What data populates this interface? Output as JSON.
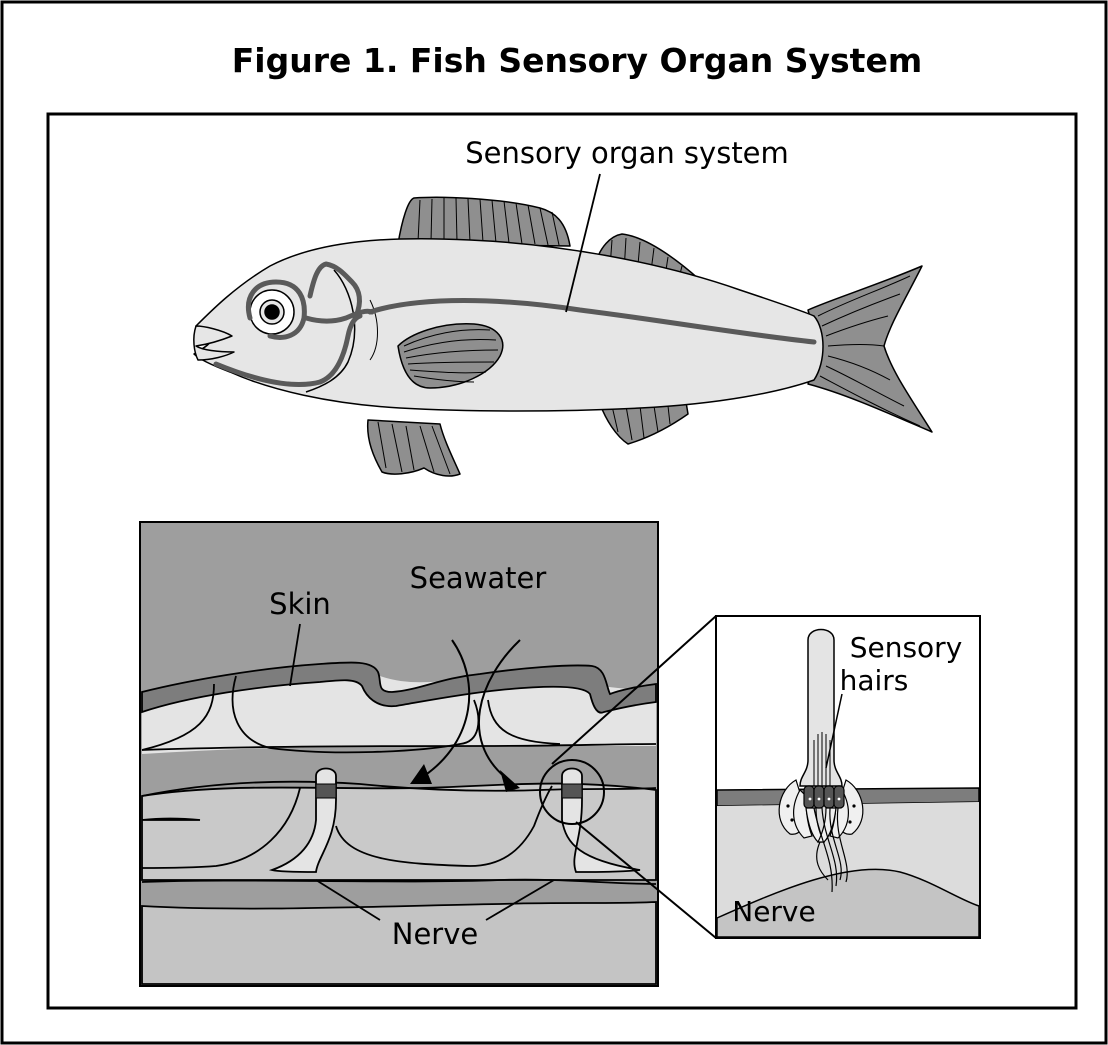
{
  "figure": {
    "title": "Figure 1. Fish Sensory Organ System"
  },
  "labels": {
    "sensory_organ_system": "Sensory organ system",
    "skin": "Skin",
    "seawater": "Seawater",
    "nerve_main": "Nerve",
    "sensory_hairs_line1": "Sensory",
    "sensory_hairs_line2": "hairs",
    "nerve_zoom": "Nerve"
  },
  "colors": {
    "fish_body": "#e6e6e6",
    "fin": "#8f8f8f",
    "lateral_line": "#5a5a5a",
    "cross_section_bg": "#9e9e9e",
    "skin": "#7d7d7d",
    "canal": "#e4e4e4",
    "tissue": "#c9c9c9",
    "dark_cells": "#555555"
  }
}
